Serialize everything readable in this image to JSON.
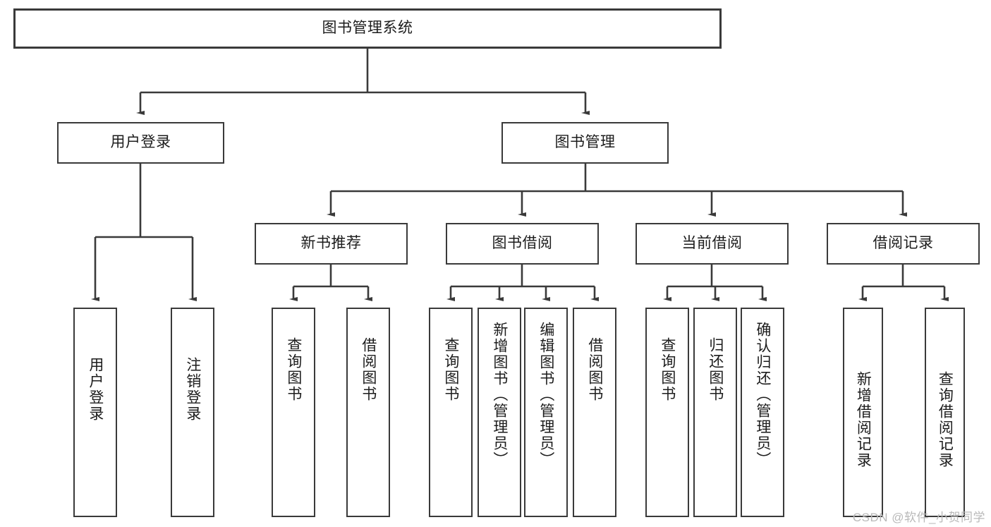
{
  "diagram": {
    "type": "tree-hierarchy",
    "title": "图书管理系统",
    "root": {
      "label": "图书管理系统"
    },
    "level1": [
      {
        "label": "用户登录"
      },
      {
        "label": "图书管理"
      }
    ],
    "level2": [
      {
        "label": "新书推荐"
      },
      {
        "label": "图书借阅"
      },
      {
        "label": "当前借阅"
      },
      {
        "label": "借阅记录"
      }
    ],
    "leaves": {
      "user_login": [
        {
          "label": "用户登录"
        },
        {
          "label": "注销登录"
        }
      ],
      "new_book_recommend": [
        {
          "label": "查询图书"
        },
        {
          "label": "借阅图书"
        }
      ],
      "book_borrow": [
        {
          "label": "查询图书"
        },
        {
          "label": "新增图书（管理员）"
        },
        {
          "label": "编辑图书（管理员）"
        },
        {
          "label": "借阅图书"
        }
      ],
      "current_borrow": [
        {
          "label": "查询图书"
        },
        {
          "label": "归还图书"
        },
        {
          "label": "确认归还（管理员）"
        }
      ],
      "borrow_record": [
        {
          "label": "新增借阅记录"
        },
        {
          "label": "查询借阅记录"
        }
      ]
    }
  },
  "watermark": {
    "text": "CSDN @软件_小贺同学"
  },
  "colors": {
    "stroke": "#3a3a3a",
    "text": "#1c1c1c",
    "background": "#ffffff",
    "watermark": "#b9b9b9"
  }
}
